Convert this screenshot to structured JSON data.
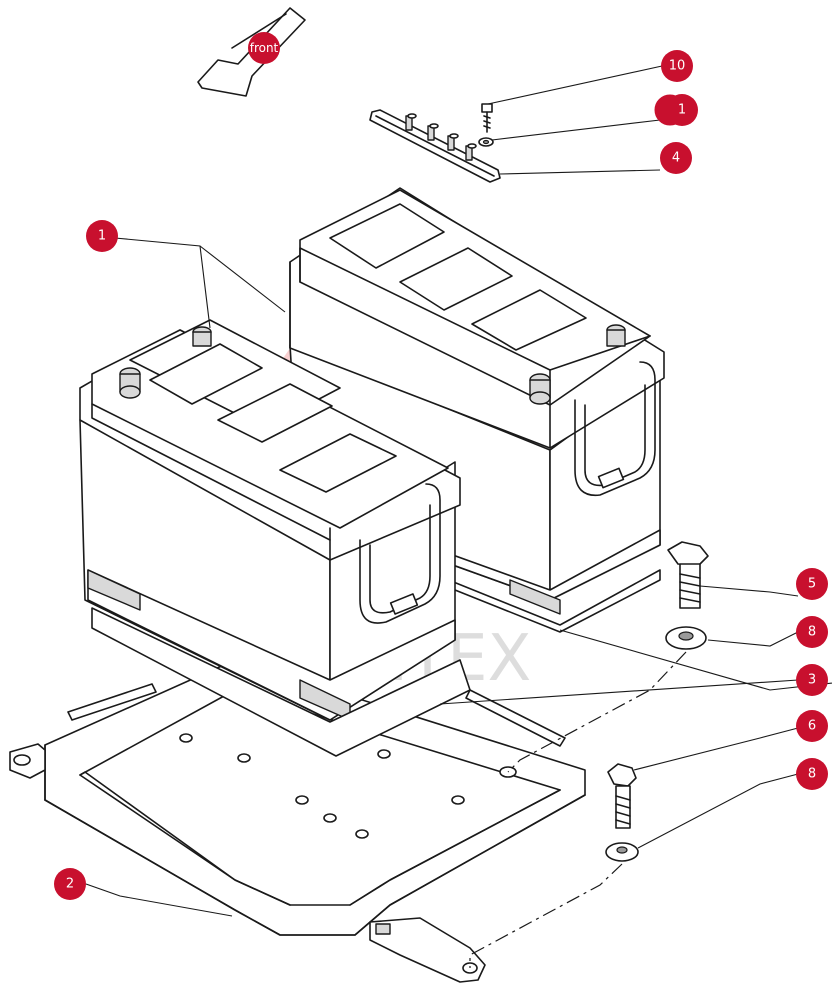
{
  "direction_badge": {
    "label": "front",
    "color": "#c8102e"
  },
  "watermark": {
    "text": "ИНТЕХ",
    "color": "#e03030"
  },
  "callout_color": "#c8102e",
  "callouts": [
    {
      "id": "10",
      "label": "10"
    },
    {
      "id": "1-top",
      "label": "1"
    },
    {
      "id": "4",
      "label": "4"
    },
    {
      "id": "1-left",
      "label": "1"
    },
    {
      "id": "5",
      "label": "5"
    },
    {
      "id": "8-upper",
      "label": "8"
    },
    {
      "id": "3",
      "label": "3"
    },
    {
      "id": "6",
      "label": "6"
    },
    {
      "id": "8-lower",
      "label": "8"
    },
    {
      "id": "2",
      "label": "2"
    }
  ]
}
